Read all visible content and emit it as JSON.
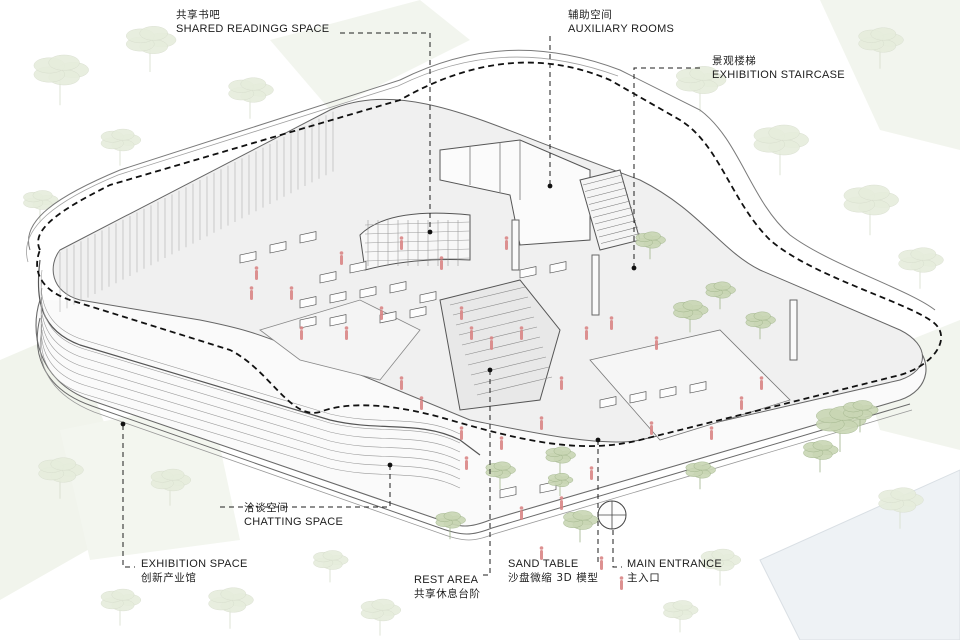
{
  "callouts": [
    {
      "id": "shared-reading",
      "cn": "共享书吧",
      "en": "SHARED READINGG SPACE",
      "order": "cn-first"
    },
    {
      "id": "auxiliary-rooms",
      "cn": "辅助空间",
      "en": "AUXILIARY ROOMS",
      "order": "cn-first"
    },
    {
      "id": "exhibition-staircase",
      "cn": "景观楼梯",
      "en": "EXHIBITION  STAIRCASE",
      "order": "cn-first"
    },
    {
      "id": "chatting-space",
      "cn": "洽谈空间",
      "en": "CHATTING SPACE",
      "order": "cn-first"
    },
    {
      "id": "exhibition-space",
      "cn": "创新产业馆",
      "en": "EXHIBITION SPACE",
      "order": "en-first"
    },
    {
      "id": "rest-area",
      "cn": "共享休息台阶",
      "en": "REST AREA",
      "order": "en-first"
    },
    {
      "id": "sand-table",
      "cn": "沙盘微缩 3D 模型",
      "en": "SAND TABLE",
      "order": "en-first"
    },
    {
      "id": "main-entrance",
      "cn": "主入口",
      "en": "MAIN ENTRANCE",
      "order": "en-first"
    }
  ],
  "colors": {
    "line": "#5a5a5a",
    "faint_line": "#bdbdbd",
    "tree_bg": "#e6eddc",
    "tree_fg": "#c9d6b4",
    "figure": "#d98585",
    "water": "#e9eef2",
    "floor": "#ececec",
    "leader": "#1e1e1e"
  }
}
